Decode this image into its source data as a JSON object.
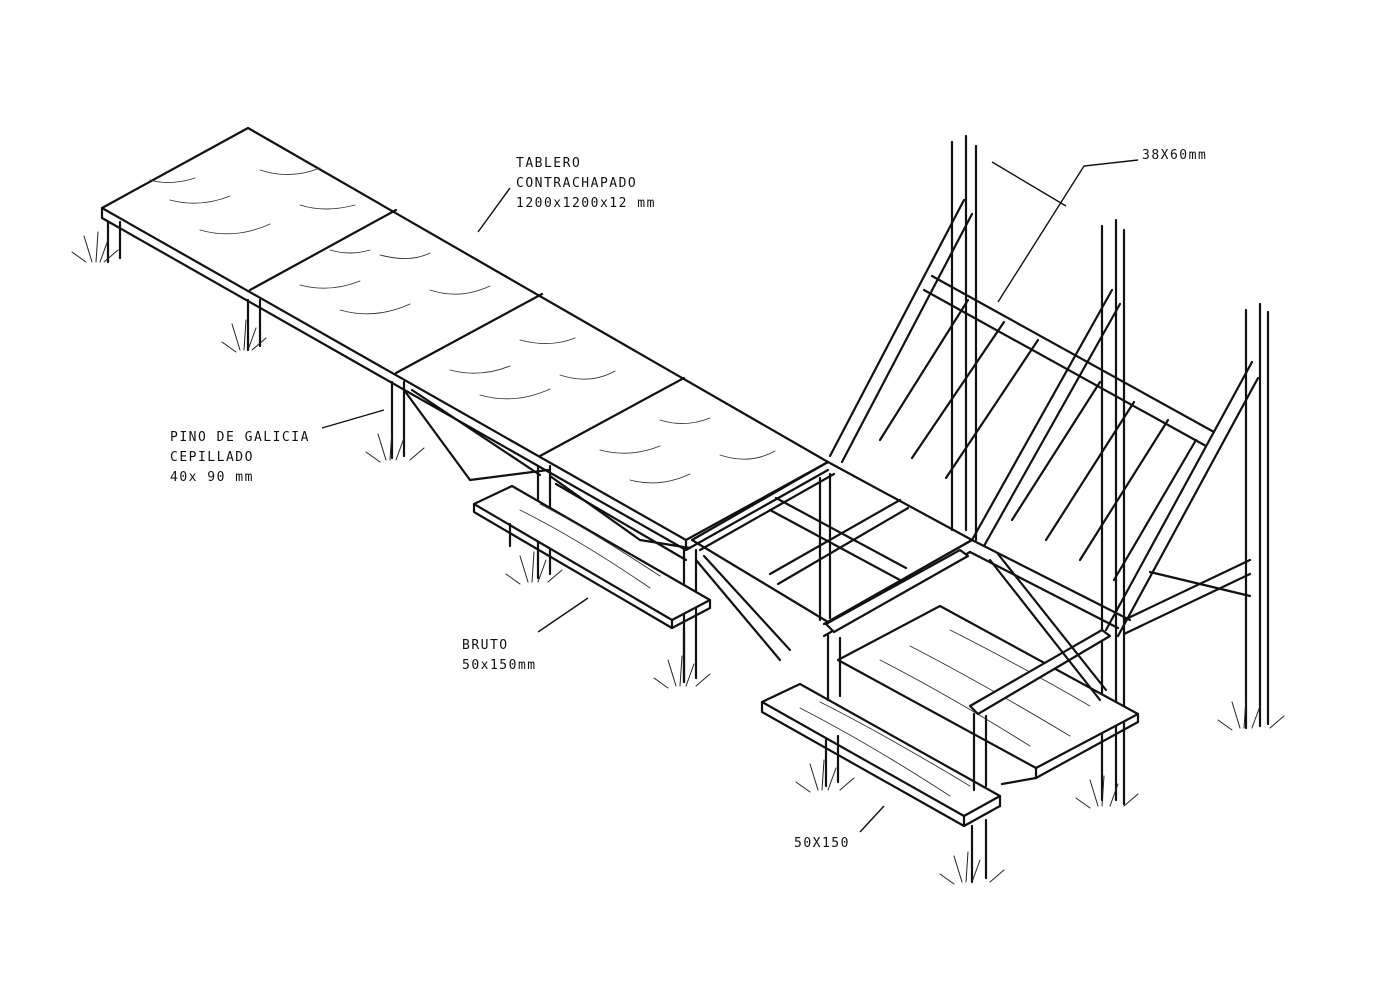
{
  "annotations": {
    "tablero": [
      "TABLERO",
      "CONTRACHAPADO",
      "1200x1200x12 mm"
    ],
    "listones": "38X60mm",
    "pino": [
      "PINO DE GALICIA",
      "CEPILLADO",
      "40x 90 mm"
    ],
    "bruto": [
      "BRUTO",
      "50x150mm"
    ],
    "bench_size": "50X150"
  }
}
